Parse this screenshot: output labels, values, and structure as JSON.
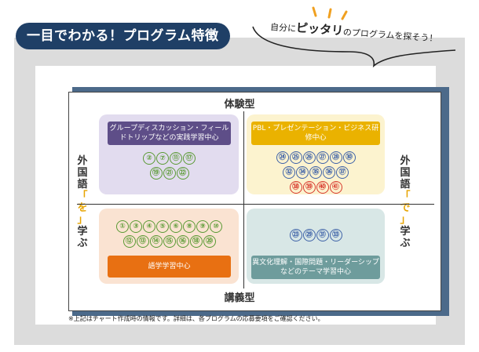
{
  "title": "一目でわかる！プログラム特徴",
  "speech": {
    "before": "自分に",
    "emphasis": "ピッタリ",
    "after": "のプログラムを探そう！"
  },
  "axes": {
    "top": "体験型",
    "bottom": "講義型",
    "left": [
      "外",
      "国",
      "語",
      "「",
      "を",
      "」",
      "学",
      "ぶ"
    ],
    "right": [
      "外",
      "国",
      "語",
      "「",
      "で",
      "」",
      "学",
      "ぶ"
    ]
  },
  "quadrants": {
    "top_left": {
      "label": "グループディスカッション・フィールドトリップなどの実践学習中心",
      "rows": [
        [
          "②",
          "⑦",
          "⑪",
          "⑰"
        ],
        [
          "⑲",
          "㉑",
          "㉒"
        ]
      ]
    },
    "top_right": {
      "label": "PBL・プレゼンテーション・ビジネス研修中心",
      "rows": [
        [
          "㉔",
          "㉕",
          "㉖",
          "㉗",
          "㉘",
          "㉚"
        ],
        [
          "㉜",
          "㉞",
          "㉟",
          "㊱",
          "㊲"
        ],
        [
          "㊳",
          "㊴",
          "㊵",
          "㊶"
        ]
      ]
    },
    "bottom_left": {
      "label": "語学学習中心",
      "rows": [
        [
          "①",
          "③",
          "④",
          "⑤",
          "⑥",
          "⑧",
          "⑨",
          "⑩"
        ],
        [
          "⑫",
          "⑬",
          "⑭",
          "⑮",
          "⑯",
          "⑱",
          "⑳"
        ]
      ]
    },
    "bottom_right": {
      "label": "異文化理解・国際問題・リーダーシップなどのテーマ学習中心",
      "rows": [
        [
          "㉓",
          "㉙",
          "㉛",
          "㉝"
        ]
      ]
    }
  },
  "colors": {
    "green": "#5a9a34",
    "blue": "#3f63a8",
    "red": "#d83a2e",
    "title_bg": "#1f3f66",
    "accent_yellow": "#e7a400"
  },
  "footnote": "※上記はチャート作成時の情報です。詳細は、各プログラムの応募要項をご確認ください。"
}
